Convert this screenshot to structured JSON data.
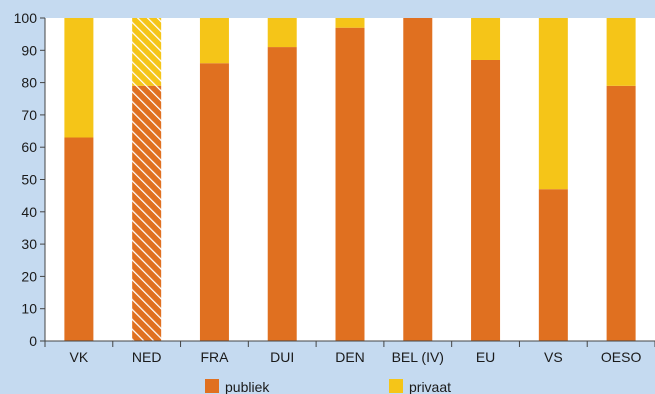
{
  "chart_data": {
    "type": "bar",
    "stacked": true,
    "categories": [
      "VK",
      "NED",
      "FRA",
      "DUI",
      "DEN",
      "BEL (IV)",
      "EU",
      "VS",
      "OESO"
    ],
    "series": [
      {
        "name": "publiek",
        "values": [
          63,
          79,
          86,
          91,
          97,
          100,
          87,
          47,
          79
        ]
      },
      {
        "name": "privaat",
        "values": [
          37,
          21,
          14,
          9,
          3,
          0,
          13,
          53,
          21
        ]
      }
    ],
    "hatched_categories": [
      "NED"
    ],
    "ylim": [
      0,
      100
    ],
    "yticks": [
      "0",
      "10",
      "20",
      "30",
      "40",
      "50",
      "60",
      "70",
      "80",
      "90",
      "100"
    ],
    "grid": false,
    "legend_position": "bottom",
    "colors": {
      "publiek": "#e07020",
      "privaat": "#f5c518",
      "background": "#c5daf0",
      "plot_background": "#ffffff"
    }
  }
}
